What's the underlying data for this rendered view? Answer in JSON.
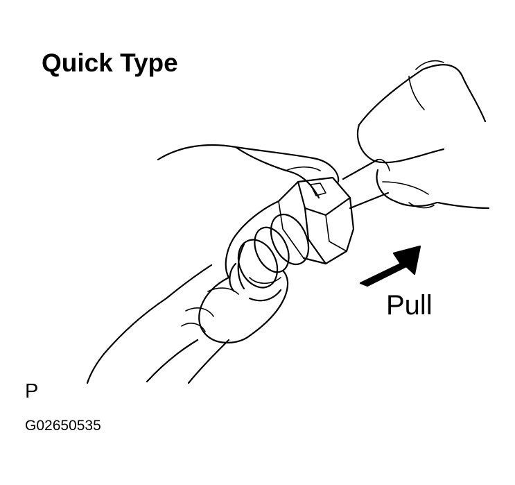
{
  "title": "Quick Type",
  "action_label": "Pull",
  "marker": "P",
  "figure_id": "G02650535",
  "icons": {
    "arrow": "pull-direction-arrow-icon"
  },
  "colors": {
    "line": "#000000",
    "background": "#ffffff"
  }
}
